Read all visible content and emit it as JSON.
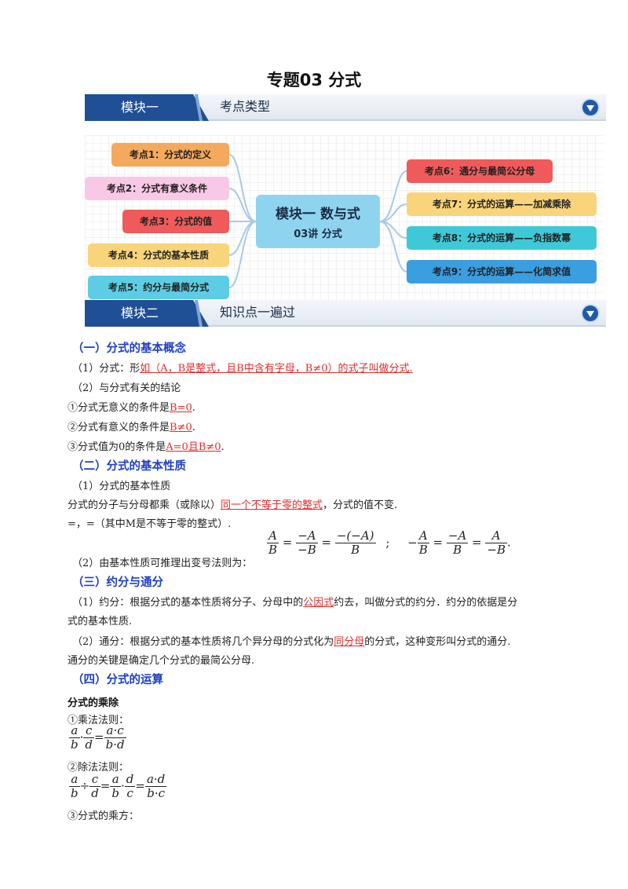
{
  "title": "专题03  分式",
  "banner1": {
    "tab": "模块一",
    "label": "考点类型"
  },
  "banner2": {
    "tab": "模块二",
    "label": "知识点一遍过"
  },
  "mindmap": {
    "center_line1": "模块一  数与式",
    "center_line2": "03讲  分式",
    "left_nodes": [
      {
        "label": "考点1：分式的定义",
        "color": "#f4a95c"
      },
      {
        "label": "考点2：分式有意义条件",
        "color": "#f9c8e6"
      },
      {
        "label": "考点3：分式的值",
        "color": "#f05a5a"
      },
      {
        "label": "考点4：分式的基本性质",
        "color": "#f9d47a"
      },
      {
        "label": "考点5：约分与最简分式",
        "color": "#5ccde4"
      }
    ],
    "right_nodes": [
      {
        "label": "考点6：通分与最简公分母",
        "color": "#f05a5a"
      },
      {
        "label": "考点7：分式的运算——加减乘除",
        "color": "#f9d47a"
      },
      {
        "label": "考点8：分式的运算——负指数幂",
        "color": "#3fc9d8"
      },
      {
        "label": "考点9：分式的运算——化简求值",
        "color": "#3a9ee0"
      }
    ]
  },
  "sections": {
    "s1_title": "（一）分式的基本概念",
    "s1_l1_a": "（1）分式：形",
    "s1_l1_b": "如（A，B是整式，且B中含有字母，B≠0）的式子叫做分式.",
    "s1_l2": "（2）与分式有关的结论",
    "s1_l3_a": "①分式无意义的条件是",
    "s1_l3_b": "B=0",
    "s1_l4_a": "②分式有意义的条件是",
    "s1_l4_b": "B≠0",
    "s1_l5_a": "③分式值为0的条件是",
    "s1_l5_b": "A=0且B≠0",
    "s2_title": "（二）分式的基本性质",
    "s2_l1": "（1）分式的基本性质",
    "s2_l2_a": "分式的分子与分母都乘（或除以）",
    "s2_l2_b": "同一个不等于零的整式",
    "s2_l2_c": "，分式的值不变.",
    "s2_l3": "=，=（其中M是不等于零的整式）.",
    "s2_l4": "（2）由基本性质可推理出变号法则为：",
    "s3_title": "（三）约分与通分",
    "s3_l1_a": "（1）约分：根据分式的基本性质将分子、分母中的",
    "s3_l1_b": "公因式",
    "s3_l1_c": "约去，叫做分式的约分．约分的依据是分",
    "s3_l2": "式的基本性质.",
    "s3_l3_a": "（2）通分：根据分式的基本性质将几个异分母的分式化为",
    "s3_l3_b": "同分母",
    "s3_l3_c": "的分式，这种变形叫分式的通分.",
    "s3_l4": "通分的关键是确定几个分式的最简公分母.",
    "s4_title": "（四）分式的运算",
    "s4_sub": "分式的乘除",
    "s4_l1": "①乘法法则：",
    "s4_l2": "②除法法则：",
    "s4_l3": "③分式的乘方："
  }
}
